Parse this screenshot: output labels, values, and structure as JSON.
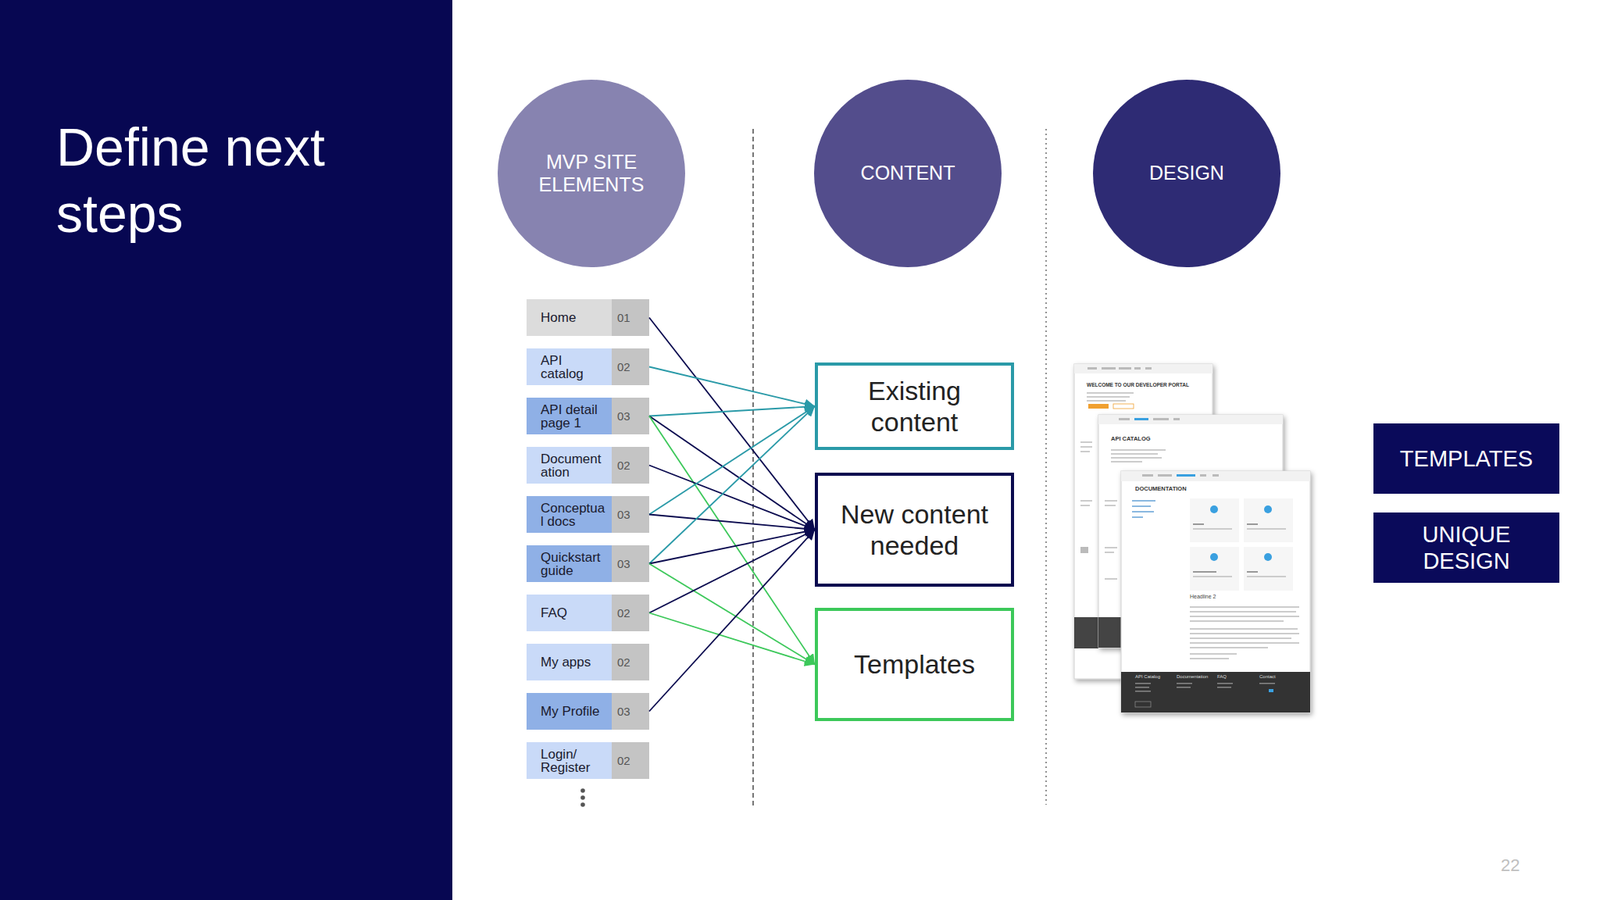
{
  "diagram": {
    "title": "Define next steps",
    "nodes": [
      {
        "text": [
          "MVP SITE ELEMENTS"
        ]
      },
      {
        "text": [
          "CONTENT"
        ]
      },
      {
        "text": [
          "DESIGN"
        ]
      },
      {
        "text": [
          "Home",
          "01"
        ]
      },
      {
        "text": [
          "API catalog",
          "02"
        ]
      },
      {
        "text": [
          "API detail page 1",
          "03"
        ]
      },
      {
        "text": [
          "Document ation",
          "02"
        ]
      },
      {
        "text": [
          "Conceptua l docs",
          "03"
        ]
      },
      {
        "text": [
          "Quickstart guide",
          "03"
        ]
      },
      {
        "text": [
          "FAQ",
          "02"
        ]
      },
      {
        "text": [
          "My apps",
          "02"
        ]
      },
      {
        "text": [
          "My Profile",
          "03"
        ]
      },
      {
        "text": [
          "Login/ Register",
          "02"
        ]
      },
      {
        "text": [
          "Existing content"
        ]
      },
      {
        "text": [
          "New content needed"
        ]
      },
      {
        "text": [
          "Templates"
        ]
      },
      {
        "text": [
          "TEMPLATES"
        ]
      },
      {
        "text": [
          "UNIQUE DESIGN"
        ]
      }
    ],
    "edges": [
      {
        "from": 3,
        "to": 14,
        "arrow": "to"
      },
      {
        "from": 4,
        "to": 13,
        "arrow": "to"
      },
      {
        "from": 5,
        "to": 13,
        "arrow": "to"
      },
      {
        "from": 5,
        "to": 14,
        "arrow": "to"
      },
      {
        "from": 5,
        "to": 15,
        "arrow": "to"
      },
      {
        "from": 6,
        "to": 14,
        "arrow": "to"
      },
      {
        "from": 7,
        "to": 13,
        "arrow": "to"
      },
      {
        "from": 7,
        "to": 14,
        "arrow": "to"
      },
      {
        "from": 8,
        "to": 13,
        "arrow": "to"
      },
      {
        "from": 8,
        "to": 14,
        "arrow": "to"
      },
      {
        "from": 8,
        "to": 15,
        "arrow": "to"
      },
      {
        "from": 9,
        "to": 14,
        "arrow": "to"
      },
      {
        "from": 9,
        "to": 15,
        "arrow": "to"
      },
      {
        "from": 11,
        "to": 14,
        "arrow": "to"
      }
    ],
    "labels": [
      "WELCOME TO OUR DEVELOPER PORTAL",
      "API CATALOG",
      "DOCUMENTATION",
      "Headline 2",
      "API Catalog",
      "Documentation",
      "FAQ",
      "Contact",
      "22"
    ]
  }
}
